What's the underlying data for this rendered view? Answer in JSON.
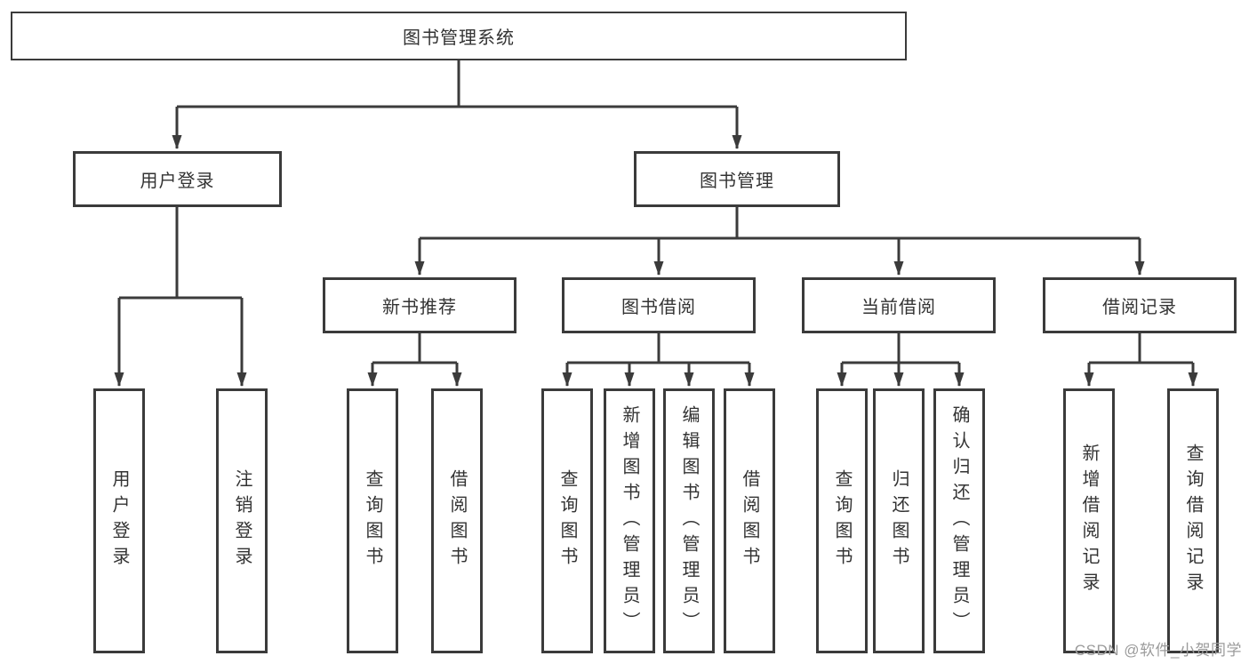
{
  "diagram": {
    "type": "hierarchy-tree",
    "tree": {
      "root": {
        "label": "图书管理系统"
      },
      "branches": [
        {
          "label": "用户登录",
          "children": [
            {
              "label": "用户登录"
            },
            {
              "label": "注销登录"
            }
          ]
        },
        {
          "label": "图书管理",
          "children": [
            {
              "label": "新书推荐",
              "children": [
                {
                  "label": "查询图书"
                },
                {
                  "label": "借阅图书"
                }
              ]
            },
            {
              "label": "图书借阅",
              "children": [
                {
                  "label": "查询图书"
                },
                {
                  "label": "新增图书（管理员）"
                },
                {
                  "label": "编辑图书（管理员）"
                },
                {
                  "label": "借阅图书"
                }
              ]
            },
            {
              "label": "当前借阅",
              "children": [
                {
                  "label": "查询图书"
                },
                {
                  "label": "归还图书"
                },
                {
                  "label": "确认归还（管理员）"
                }
              ]
            },
            {
              "label": "借阅记录",
              "children": [
                {
                  "label": "新增借阅记录"
                },
                {
                  "label": "查询借阅记录"
                }
              ]
            }
          ]
        }
      ]
    },
    "colors": {
      "line": "#3b3b3b",
      "border": "#3b3b3b",
      "text": "#333333",
      "background": "#ffffff",
      "watermark": "#9b9b9b"
    }
  },
  "watermark": {
    "text": "CSDN @软件_小贺同学"
  }
}
